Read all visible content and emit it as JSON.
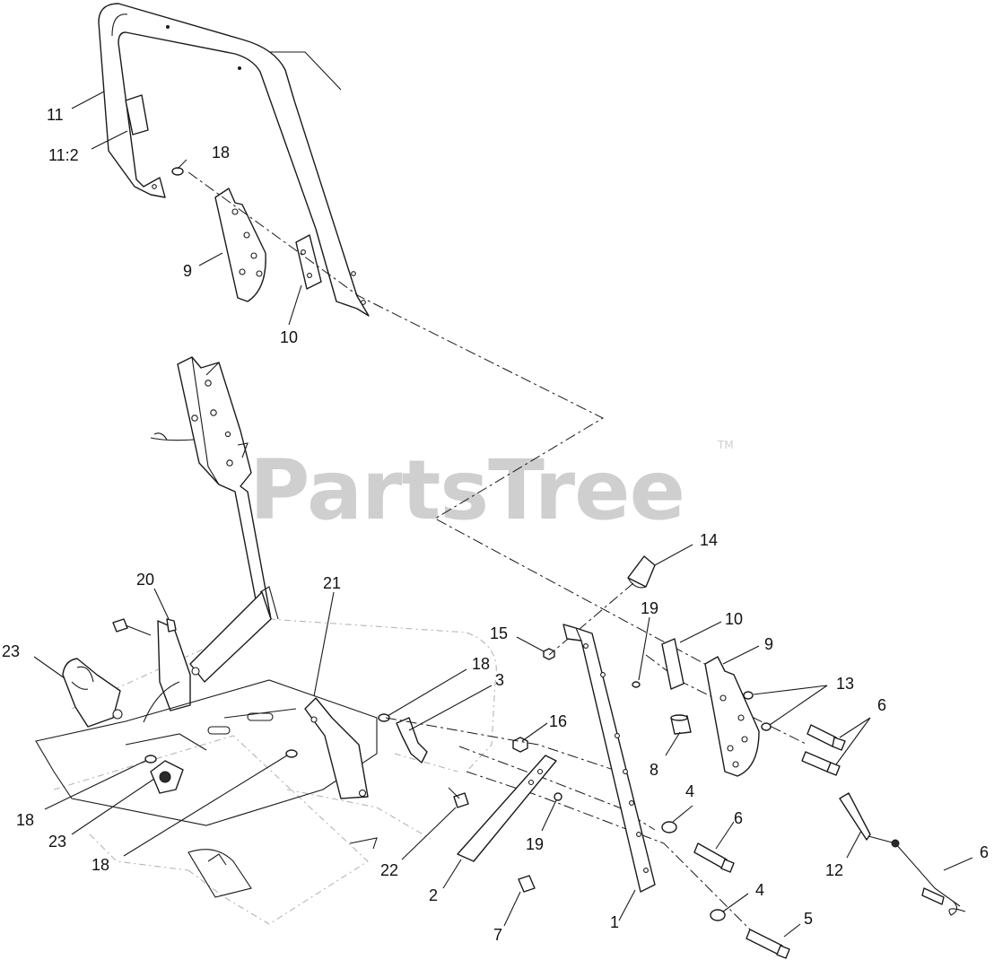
{
  "watermark": {
    "text": "PartsTree",
    "trademark": "TM"
  },
  "callouts": [
    {
      "id": "11-top",
      "text": "11"
    },
    {
      "id": "11-2",
      "text": "11:2"
    },
    {
      "id": "18-a",
      "text": "18"
    },
    {
      "id": "9-a",
      "text": "9"
    },
    {
      "id": "10-a",
      "text": "10"
    },
    {
      "id": "14",
      "text": "14"
    },
    {
      "id": "20",
      "text": "20"
    },
    {
      "id": "21",
      "text": "21"
    },
    {
      "id": "23-a",
      "text": "23"
    },
    {
      "id": "15",
      "text": "15"
    },
    {
      "id": "19-a",
      "text": "19"
    },
    {
      "id": "10-b",
      "text": "10"
    },
    {
      "id": "9-b",
      "text": "9"
    },
    {
      "id": "18-b",
      "text": "18"
    },
    {
      "id": "3",
      "text": "3"
    },
    {
      "id": "13",
      "text": "13"
    },
    {
      "id": "6-a",
      "text": "6"
    },
    {
      "id": "16",
      "text": "16"
    },
    {
      "id": "8",
      "text": "8"
    },
    {
      "id": "18-c",
      "text": "18"
    },
    {
      "id": "23-b",
      "text": "23"
    },
    {
      "id": "18-d",
      "text": "18"
    },
    {
      "id": "4-a",
      "text": "4"
    },
    {
      "id": "6-b",
      "text": "6"
    },
    {
      "id": "19-b",
      "text": "19"
    },
    {
      "id": "22",
      "text": "22"
    },
    {
      "id": "2",
      "text": "2"
    },
    {
      "id": "12",
      "text": "12"
    },
    {
      "id": "6-c",
      "text": "6"
    },
    {
      "id": "4-b",
      "text": "4"
    },
    {
      "id": "5",
      "text": "5"
    },
    {
      "id": "1",
      "text": "1"
    },
    {
      "id": "7",
      "text": "7"
    }
  ]
}
